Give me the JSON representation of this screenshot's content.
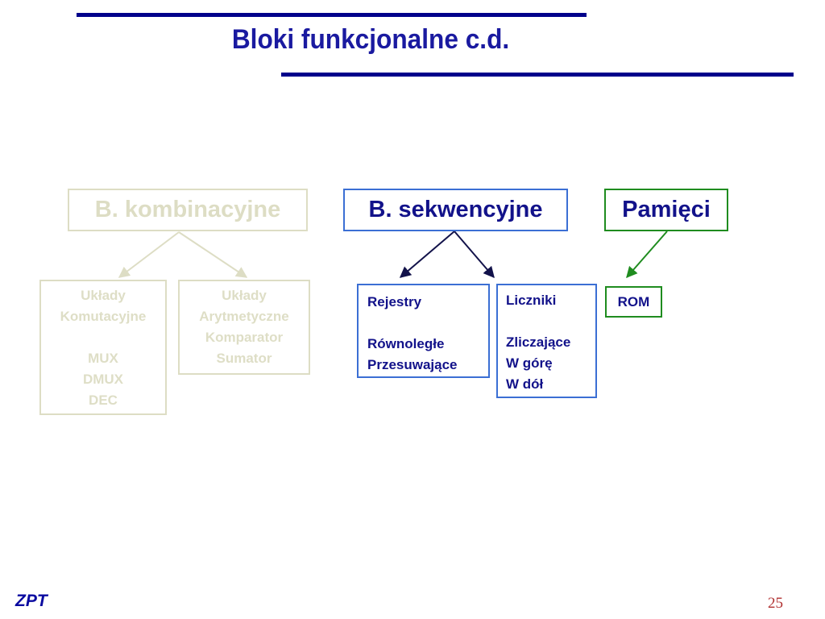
{
  "title": "Bloki funkcjonalne c.d.",
  "colors": {
    "title": "#1a1aa0",
    "rule": "#00008b",
    "faded": "#ddddc4",
    "blue_border": "#3b6fd4",
    "green_border": "#1f8c1f",
    "dark_text": "#12128a",
    "footer_left": "#0a0aa0",
    "footer_right": "#b03030"
  },
  "categories": {
    "kombinacyjne": {
      "label": "B. kombinacyjne",
      "children": [
        {
          "lines": [
            "Układy",
            "Komutacyjne",
            "",
            "MUX",
            "DMUX",
            "DEC"
          ]
        },
        {
          "lines": [
            "Układy",
            "Arytmetyczne",
            "Komparator",
            "Sumator"
          ]
        }
      ]
    },
    "sekwencyjne": {
      "label": "B. sekwencyjne",
      "children": [
        {
          "lines": [
            "Rejestry",
            "",
            "Równoległe",
            "Przesuwające"
          ]
        },
        {
          "lines": [
            "Liczniki",
            "",
            "Zliczające",
            "W górę",
            "W dół"
          ]
        }
      ]
    },
    "pamieci": {
      "label": "Pamięci",
      "children": [
        {
          "lines": [
            "ROM"
          ]
        }
      ]
    }
  },
  "footer": {
    "left": "ZPT",
    "page": "25"
  }
}
